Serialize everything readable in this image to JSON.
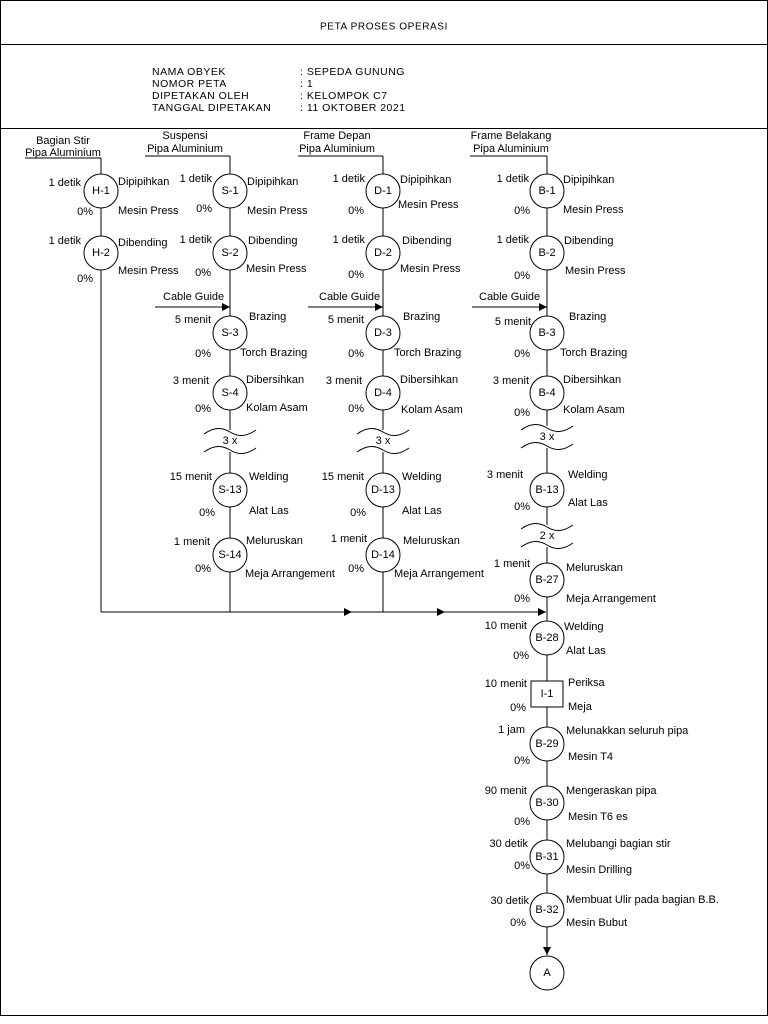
{
  "title": "PETA PROSES OPERASI",
  "header": [
    {
      "label": "NAMA OBYEK",
      "value": ": SEPEDA GUNUNG"
    },
    {
      "label": "NOMOR PETA",
      "value": ": 1"
    },
    {
      "label": "DIPETAKAN OLEH",
      "value": ": KELOMPOK C7"
    },
    {
      "label": "TANGGAL DIPETAKAN",
      "value": ": 11 OKTOBER 2021"
    }
  ],
  "columns": [
    {
      "heading": [
        "Bagian Stir",
        "Pipa Aluminium"
      ],
      "steps": [
        {
          "id": "H-1",
          "time": "1 detik",
          "percent": "0%",
          "activity": "Dipipihkan",
          "machine": "Mesin Press"
        },
        {
          "id": "H-2",
          "time": "1 detik",
          "percent": "0%",
          "activity": "Dibending",
          "machine": "Mesin Press"
        }
      ]
    },
    {
      "heading": [
        "Suspensi",
        "Pipa Aluminium"
      ],
      "input": "Cable Guide",
      "repeats": [
        "3 x"
      ],
      "steps": [
        {
          "id": "S-1",
          "time": "1 detik",
          "percent": "0%",
          "activity": "Dipipihkan",
          "machine": "Mesin Press"
        },
        {
          "id": "S-2",
          "time": "1 detik",
          "percent": "0%",
          "activity": "Dibending",
          "machine": "Mesin Press"
        },
        {
          "id": "S-3",
          "time": "5 menit",
          "percent": "0%",
          "activity": "Brazing",
          "machine": "Torch Brazing"
        },
        {
          "id": "S-4",
          "time": "3 menit",
          "percent": "0%",
          "activity": "Dibersihkan",
          "machine": "Kolam Asam"
        },
        {
          "id": "S-13",
          "time": "15 menit",
          "percent": "0%",
          "activity": "Welding",
          "machine": "Alat Las"
        },
        {
          "id": "S-14",
          "time": "1 menit",
          "percent": "0%",
          "activity": "Meluruskan",
          "machine": "Meja Arrangement"
        }
      ]
    },
    {
      "heading": [
        "Frame Depan",
        "Pipa Aluminium"
      ],
      "input": "Cable Guide",
      "repeats": [
        "3 x"
      ],
      "steps": [
        {
          "id": "D-1",
          "time": "1 detik",
          "percent": "0%",
          "activity": "Dipipihkan",
          "machine": "Mesin Press"
        },
        {
          "id": "D-2",
          "time": "1 detik",
          "percent": "0%",
          "activity": "Dibending",
          "machine": "Mesin Press"
        },
        {
          "id": "D-3",
          "time": "5 menit",
          "percent": "0%",
          "activity": "Brazing",
          "machine": "Torch Brazing"
        },
        {
          "id": "D-4",
          "time": "3 menit",
          "percent": "0%",
          "activity": "Dibersihkan",
          "machine": "Kolam Asam"
        },
        {
          "id": "D-13",
          "time": "15 menit",
          "percent": "0%",
          "activity": "Welding",
          "machine": "Alat Las"
        },
        {
          "id": "D-14",
          "time": "1 menit",
          "percent": "0%",
          "activity": "Meluruskan",
          "machine": "Meja Arrangement"
        }
      ]
    },
    {
      "heading": [
        "Frame Belakang",
        "Pipa Aluminium"
      ],
      "input": "Cable Guide",
      "repeats": [
        "3 x",
        "2 x"
      ],
      "steps": [
        {
          "id": "B-1",
          "time": "1 detik",
          "percent": "0%",
          "activity": "Dipipihkan",
          "machine": "Mesin Press"
        },
        {
          "id": "B-2",
          "time": "1 detik",
          "percent": "0%",
          "activity": "Dibending",
          "machine": "Mesin Press"
        },
        {
          "id": "B-3",
          "time": "5 menit",
          "percent": "0%",
          "activity": "Brazing",
          "machine": "Torch Brazing"
        },
        {
          "id": "B-4",
          "time": "3 menit",
          "percent": "0%",
          "activity": "Dibersihkan",
          "machine": "Kolam Asam"
        },
        {
          "id": "B-13",
          "time": "3 menit",
          "percent": "0%",
          "activity": "Welding",
          "machine": "Alat Las"
        },
        {
          "id": "B-27",
          "time": "1 menit",
          "percent": "0%",
          "activity": "Meluruskan",
          "machine": "Meja Arrangement"
        }
      ]
    }
  ],
  "assembly_steps": [
    {
      "id": "B-28",
      "time": "10 menit",
      "percent": "0%",
      "activity": "Welding",
      "machine": "Alat Las"
    },
    {
      "id": "I-1",
      "time": "10 menit",
      "percent": "0%",
      "activity": "Periksa",
      "machine": "Meja"
    },
    {
      "id": "B-29",
      "time": "1 jam",
      "percent": "0%",
      "activity": "Melunakkan seluruh pipa",
      "machine": "Mesin T4"
    },
    {
      "id": "B-30",
      "time": "90 menit",
      "percent": "0%",
      "activity": "Mengeraskan pipa",
      "machine": "Mesin T6 es"
    },
    {
      "id": "B-31",
      "time": "30 detik",
      "percent": "0%",
      "activity": "Melubangi bagian stir",
      "machine": "Mesin Drilling"
    },
    {
      "id": "B-32",
      "time": "30 detik",
      "percent": "0%",
      "activity": "Membuat Ulir pada bagian B.B.",
      "machine": "Mesin Bubut"
    }
  ],
  "end_connector": "A"
}
